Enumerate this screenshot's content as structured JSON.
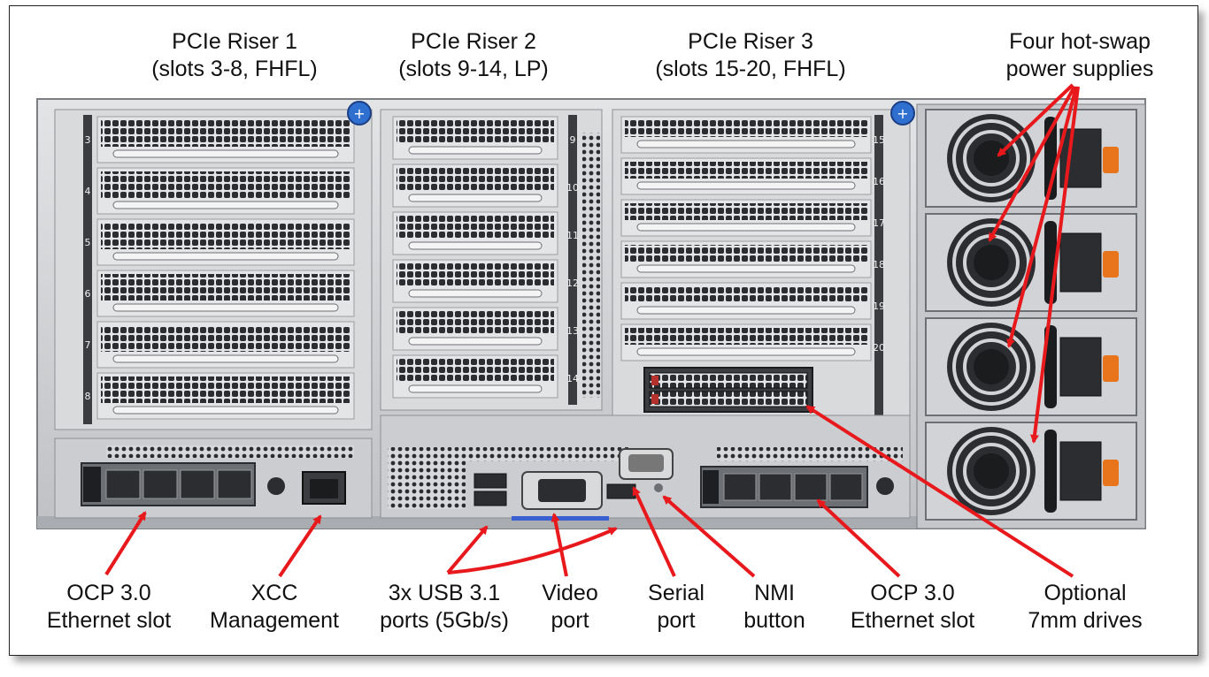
{
  "labels": {
    "riser1": {
      "line1": "PCIe Riser 1",
      "line2": "(slots 3-8, FHFL)"
    },
    "riser2": {
      "line1": "PCIe Riser 2",
      "line2": "(slots 9-14, LP)"
    },
    "riser3": {
      "line1": "PCIe Riser 3",
      "line2": "(slots 15-20, FHFL)"
    },
    "psu": {
      "line1": "Four hot-swap",
      "line2": "power supplies"
    },
    "ocp_left": {
      "line1": "OCP 3.0",
      "line2": "Ethernet slot"
    },
    "xcc": {
      "line1": "XCC",
      "line2": "Management"
    },
    "usb": {
      "line1": "3x USB 3.1",
      "line2": "ports (5Gb/s)"
    },
    "video": {
      "line1": "Video",
      "line2": "port"
    },
    "serial": {
      "line1": "Serial",
      "line2": "port"
    },
    "nmi": {
      "line1": "NMI",
      "line2": "button"
    },
    "ocp_right": {
      "line1": "OCP 3.0",
      "line2": "Ethernet slot"
    },
    "drives": {
      "line1": "Optional",
      "line2": "7mm drives"
    }
  },
  "slot_numbers": {
    "riser1": [
      "3",
      "4",
      "5",
      "6",
      "7",
      "8"
    ],
    "riser2": [
      "9",
      "10",
      "11",
      "12",
      "13",
      "14"
    ],
    "riser3": [
      "15",
      "16",
      "17",
      "18",
      "19",
      "20"
    ]
  },
  "colors": {
    "arrow": "#e8191c",
    "chassis": "#cfd1d4",
    "chassis_dark": "#8d9095",
    "grille": "#2b2d31",
    "thumbscrew": "#2f6fd0",
    "psu_latch": "#e8741c",
    "vga_highlight": "#3a5fd0"
  }
}
